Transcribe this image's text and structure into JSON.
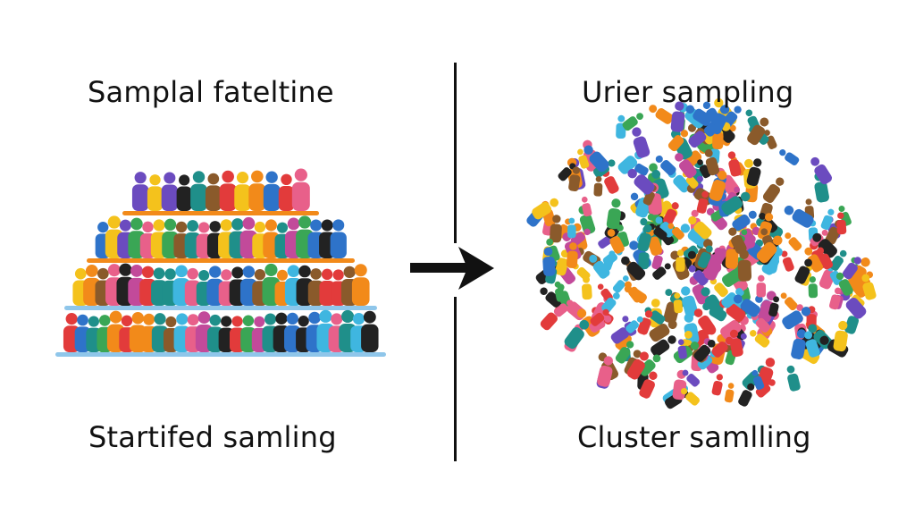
{
  "labels": {
    "top_left": "Samplal fateltine",
    "top_right": "Urier sampling",
    "bottom_left": "Startifed samling",
    "bottom_right": "Cluster samlling"
  },
  "palette": [
    "#e23b3b",
    "#f28a1a",
    "#f4c21c",
    "#3aa655",
    "#1f8f8a",
    "#2e73c9",
    "#6b4bbf",
    "#c24a9a",
    "#3fb6e0",
    "#8a5a2b",
    "#222222",
    "#e8608a"
  ],
  "stratified": {
    "rows": [
      {
        "count": 12,
        "band_color": "#f28a1a"
      },
      {
        "count": 22,
        "band_color": "#f28a1a"
      },
      {
        "count": 26,
        "band_color": "#8fc6ea"
      },
      {
        "count": 28,
        "band_color": "#8fc6ea"
      }
    ]
  },
  "cluster": {
    "count": 320
  },
  "icons": {
    "arrow": "right-arrow-icon",
    "person": "person-icon"
  }
}
